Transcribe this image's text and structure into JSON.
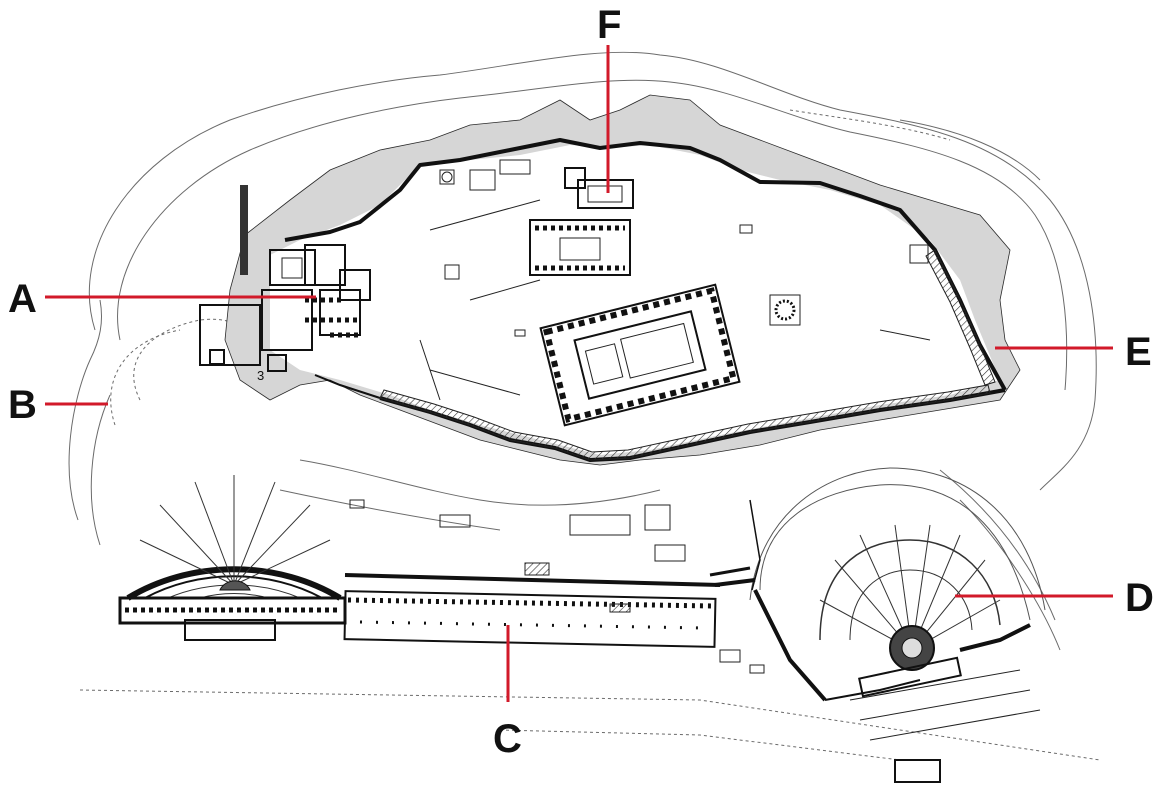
{
  "labels": [
    {
      "id": "A",
      "text": "A"
    },
    {
      "id": "B",
      "text": "B"
    },
    {
      "id": "C",
      "text": "C"
    },
    {
      "id": "D",
      "text": "D"
    },
    {
      "id": "E",
      "text": "E"
    },
    {
      "id": "F",
      "text": "F"
    }
  ],
  "plan_marks": {
    "small_numeral": "3"
  },
  "colors": {
    "callout": "#d21a2a",
    "ink": "#111111",
    "background": "#ffffff"
  }
}
